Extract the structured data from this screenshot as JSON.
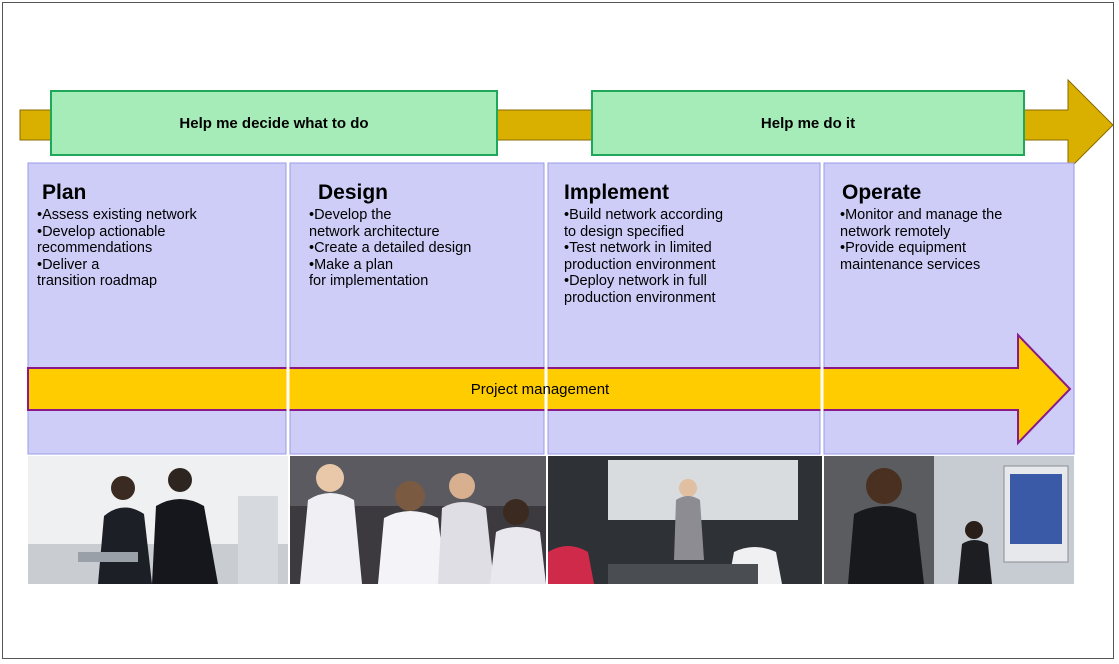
{
  "banners": {
    "decide": "Help me decide what to do",
    "do_it": "Help me do it"
  },
  "phases": [
    {
      "title": "Plan",
      "items": [
        "•Assess existing network",
        "•Develop actionable\nrecommendations",
        "•Deliver a\ntransition roadmap"
      ]
    },
    {
      "title": "Design",
      "items": [
        "•Develop the\nnetwork architecture",
        "•Create a detailed design",
        "•Make a plan\nfor implementation"
      ]
    },
    {
      "title": "Implement",
      "items": [
        "•Build network according\nto design specified",
        "•Test network in limited\nproduction environment",
        "•Deploy network in full\nproduction environment"
      ]
    },
    {
      "title": "Operate",
      "items": [
        "•Monitor and manage the\nnetwork remotely",
        "•Provide equipment\nmaintenance services"
      ]
    }
  ],
  "project_management": "Project management",
  "colors": {
    "timeline_arrow": "#d9b000",
    "banner_fill": "#a6ecb8",
    "banner_border": "#1fa85a",
    "panel_fill": "#cdcdf7",
    "pm_arrow_fill": "#ffcc00",
    "pm_arrow_border": "#8a1a8a"
  },
  "photos": [
    "business-meeting-photo",
    "team-discussion-photo",
    "presentation-photo",
    "operations-monitor-photo"
  ]
}
